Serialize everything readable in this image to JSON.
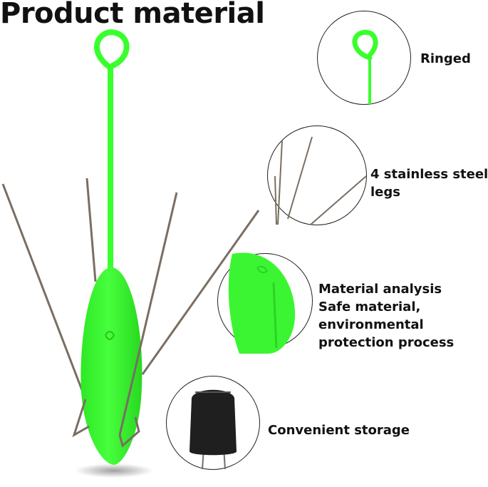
{
  "title": "Product material",
  "features": [
    {
      "icon": "ring-icon",
      "lines": [
        "Ringed"
      ]
    },
    {
      "icon": "steel-legs-icon",
      "lines": [
        "4 stainless steel",
        "legs"
      ]
    },
    {
      "icon": "sinker-body-icon",
      "lines": [
        "Material analysis",
        "Safe material,",
        "environmental",
        "protection process"
      ]
    },
    {
      "icon": "storage-cap-icon",
      "lines": [
        "Convenient storage"
      ]
    }
  ],
  "colors": {
    "accent": "#39ff2d",
    "wire": "#7a6e62",
    "cap": "#1f1f1f"
  }
}
